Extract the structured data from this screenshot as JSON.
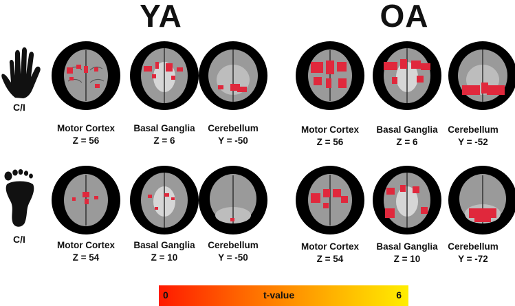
{
  "groups": {
    "ya": "YA",
    "oa": "OA"
  },
  "rows": [
    {
      "limb": "hand",
      "label": "C/I"
    },
    {
      "limb": "foot",
      "label": "C/I"
    }
  ],
  "captions": {
    "ya_top": [
      {
        "name": "Motor Cortex",
        "coord": "Z = 56"
      },
      {
        "name": "Basal Ganglia",
        "coord": "Z = 6"
      },
      {
        "name": "Cerebellum",
        "coord": "Y = -50"
      }
    ],
    "oa_top": [
      {
        "name": "Motor Cortex",
        "coord": "Z = 56"
      },
      {
        "name": "Basal Ganglia",
        "coord": "Z = 6"
      },
      {
        "name": "Cerebellum",
        "coord": "Y = -52"
      }
    ],
    "ya_bottom": [
      {
        "name": "Motor Cortex",
        "coord": "Z = 54"
      },
      {
        "name": "Basal Ganglia",
        "coord": "Z = 10"
      },
      {
        "name": "Cerebellum",
        "coord": "Y = -50"
      }
    ],
    "oa_bottom": [
      {
        "name": "Motor Cortex",
        "coord": "Z = 54"
      },
      {
        "name": "Basal Ganglia",
        "coord": "Z = 10"
      },
      {
        "name": "Cerebellum",
        "coord": "Y = -72"
      }
    ]
  },
  "colorbar": {
    "min": "0",
    "label": "t-value",
    "max": "6",
    "colors": [
      "#ff1a00",
      "#ff6a00",
      "#ffb300",
      "#ffee00"
    ]
  },
  "colors": {
    "activation": "#e0283c",
    "background": "#000000",
    "brain": "#9a9a9a"
  },
  "icons": [
    "hand-icon",
    "foot-icon"
  ]
}
